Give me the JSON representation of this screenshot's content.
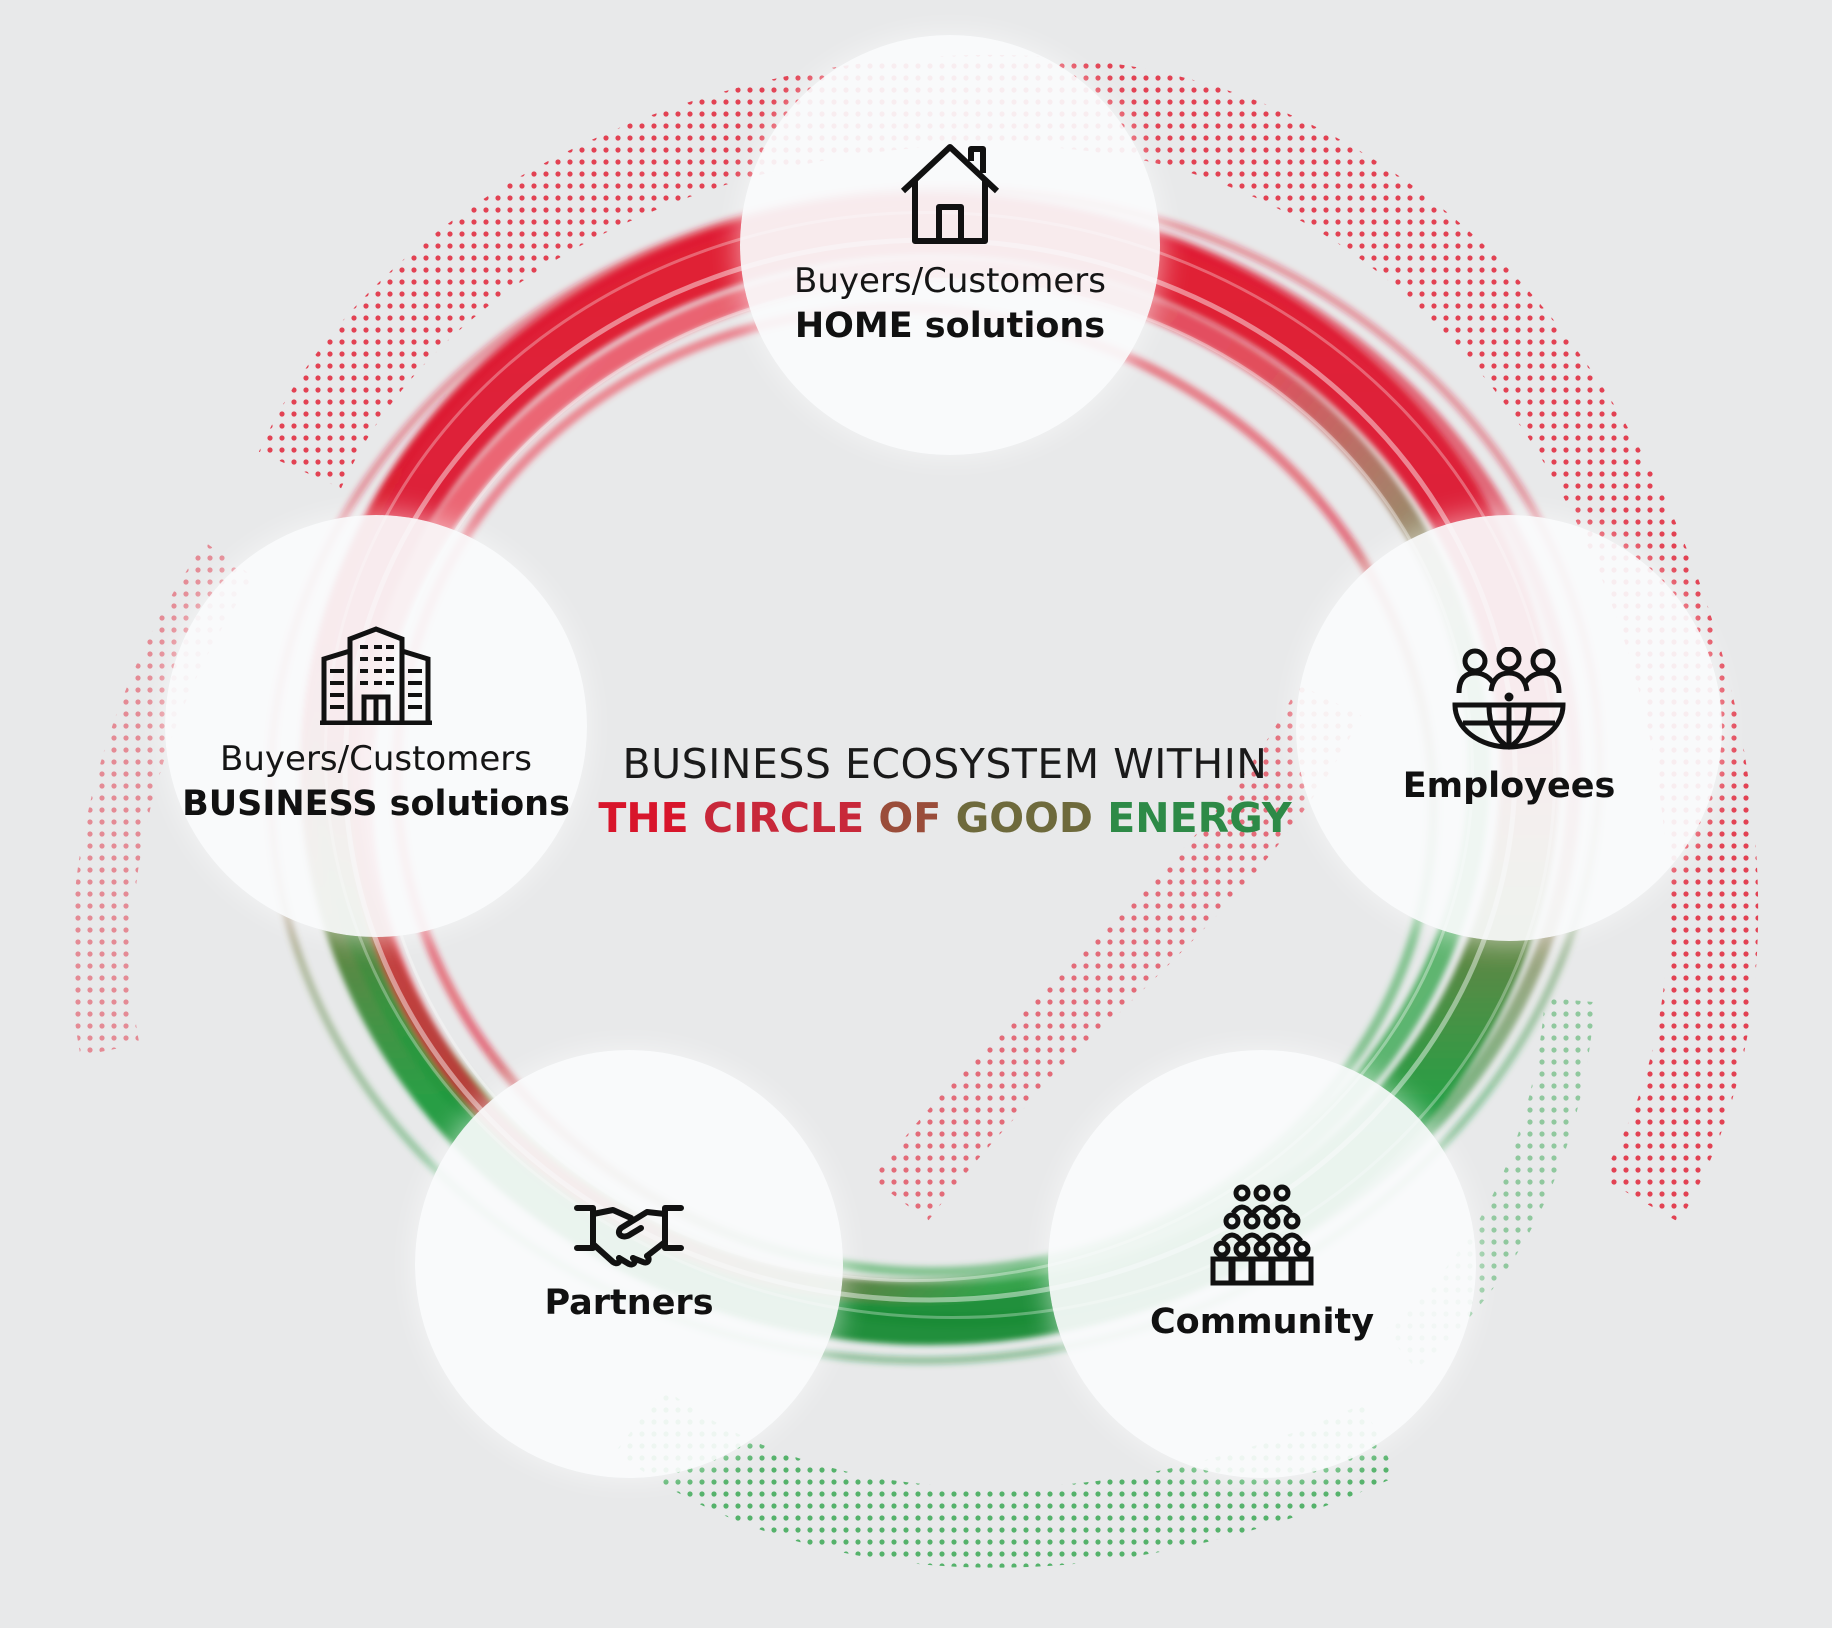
{
  "colors": {
    "background": "#e8e9ea",
    "red": "#e0182d",
    "green": "#1f9a3c",
    "node_fill": "#fafbfc",
    "text": "#111111"
  },
  "center": {
    "line1": "BUSINESS ECOSYSTEM WITHIN",
    "line2_words": [
      {
        "text": "THE",
        "color": "#d8152b"
      },
      {
        "text": "CIRCLE",
        "color": "#c8283a"
      },
      {
        "text": "OF",
        "color": "#9a4d3a"
      },
      {
        "text": "GOOD",
        "color": "#6e6a3c"
      },
      {
        "text": "ENERGY",
        "color": "#2d8a47"
      }
    ]
  },
  "nodes": {
    "home": {
      "line1": "Buyers/Customers",
      "line2": "HOME solutions",
      "icon": "house-icon"
    },
    "business": {
      "line1": "Buyers/Customers",
      "line2": "BUSINESS solutions",
      "icon": "office-building-icon"
    },
    "employees": {
      "line2": "Employees",
      "icon": "people-globe-icon"
    },
    "partners": {
      "line2": "Partners",
      "icon": "handshake-icon"
    },
    "community": {
      "line2": "Community",
      "icon": "crowd-icon"
    }
  }
}
